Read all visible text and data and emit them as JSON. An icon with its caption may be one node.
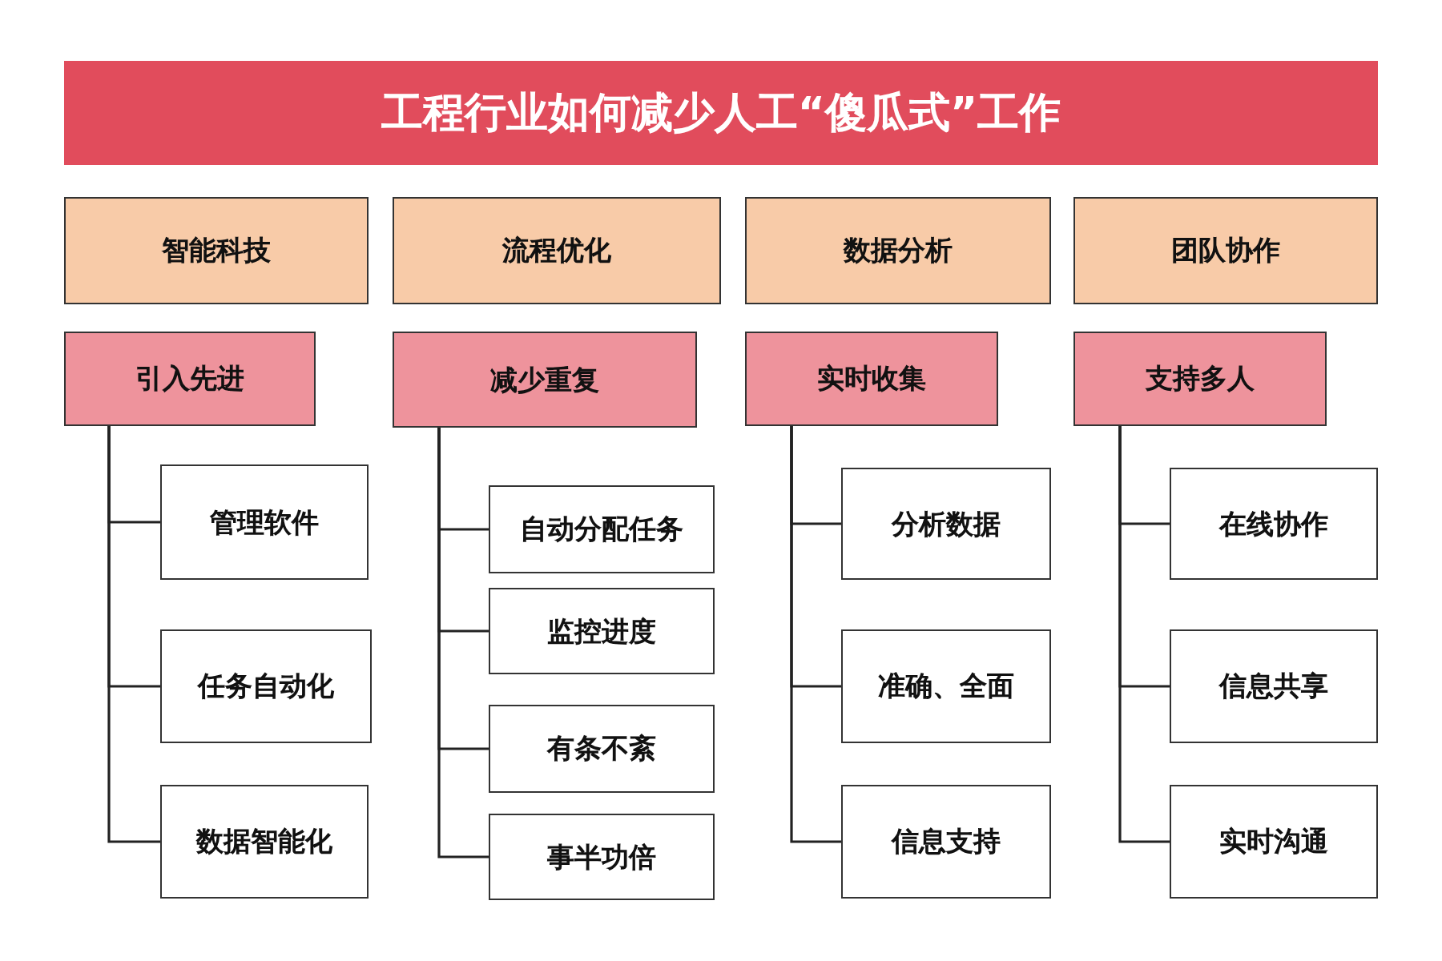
{
  "diagram": {
    "title": "工程行业如何减少人工“傻瓜式”工作",
    "nodes": [
      {
        "text": [
          "智能科技"
        ]
      },
      {
        "text": [
          "流程优化"
        ]
      },
      {
        "text": [
          "数据分析"
        ]
      },
      {
        "text": [
          "团队协作"
        ]
      },
      {
        "text": [
          "引入先进"
        ]
      },
      {
        "text": [
          "减少重复"
        ]
      },
      {
        "text": [
          "实时收集"
        ]
      },
      {
        "text": [
          "支持多人"
        ]
      },
      {
        "text": [
          "管理软件"
        ]
      },
      {
        "text": [
          "任务自动化"
        ]
      },
      {
        "text": [
          "数据智能化"
        ]
      },
      {
        "text": [
          "自动分配任务"
        ]
      },
      {
        "text": [
          "监控进度"
        ]
      },
      {
        "text": [
          "有条不紊"
        ]
      },
      {
        "text": [
          "事半功倍"
        ]
      },
      {
        "text": [
          "分析数据"
        ]
      },
      {
        "text": [
          "准确、全面"
        ]
      },
      {
        "text": [
          "信息支持"
        ]
      },
      {
        "text": [
          "在线协作"
        ]
      },
      {
        "text": [
          "信息共享"
        ]
      },
      {
        "text": [
          "实时沟通"
        ]
      }
    ],
    "edges": [
      {
        "from": 4,
        "to": 8,
        "arrow": "none"
      },
      {
        "from": 4,
        "to": 9,
        "arrow": "none"
      },
      {
        "from": 4,
        "to": 10,
        "arrow": "none"
      },
      {
        "from": 5,
        "to": 11,
        "arrow": "none"
      },
      {
        "from": 5,
        "to": 12,
        "arrow": "none"
      },
      {
        "from": 5,
        "to": 13,
        "arrow": "none"
      },
      {
        "from": 5,
        "to": 14,
        "arrow": "none"
      },
      {
        "from": 6,
        "to": 15,
        "arrow": "none"
      },
      {
        "from": 6,
        "to": 16,
        "arrow": "none"
      },
      {
        "from": 6,
        "to": 17,
        "arrow": "none"
      },
      {
        "from": 7,
        "to": 18,
        "arrow": "none"
      },
      {
        "from": 7,
        "to": 19,
        "arrow": "none"
      },
      {
        "from": 7,
        "to": 20,
        "arrow": "none"
      }
    ]
  }
}
